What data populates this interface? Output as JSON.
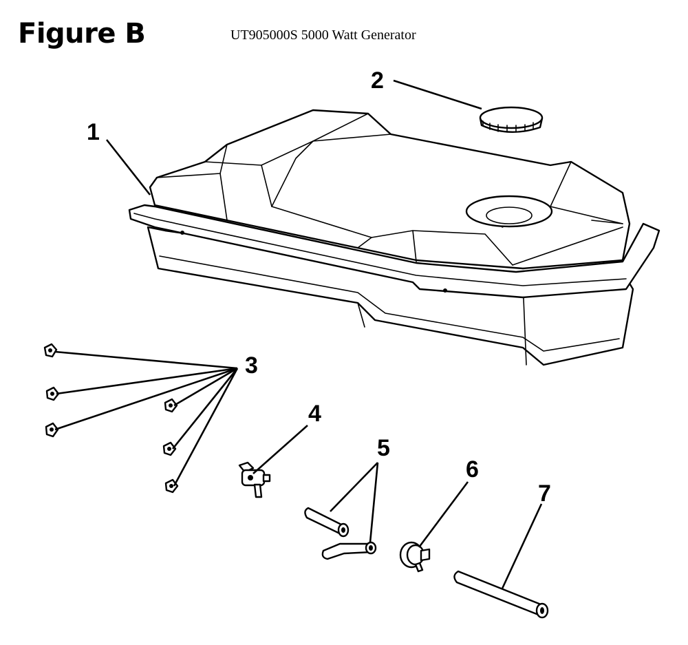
{
  "header": {
    "figure_label": "Figure B",
    "model_title": "UT905000S 5000 Watt Generator"
  },
  "callouts": [
    "1",
    "2",
    "3",
    "4",
    "5",
    "6",
    "7"
  ]
}
